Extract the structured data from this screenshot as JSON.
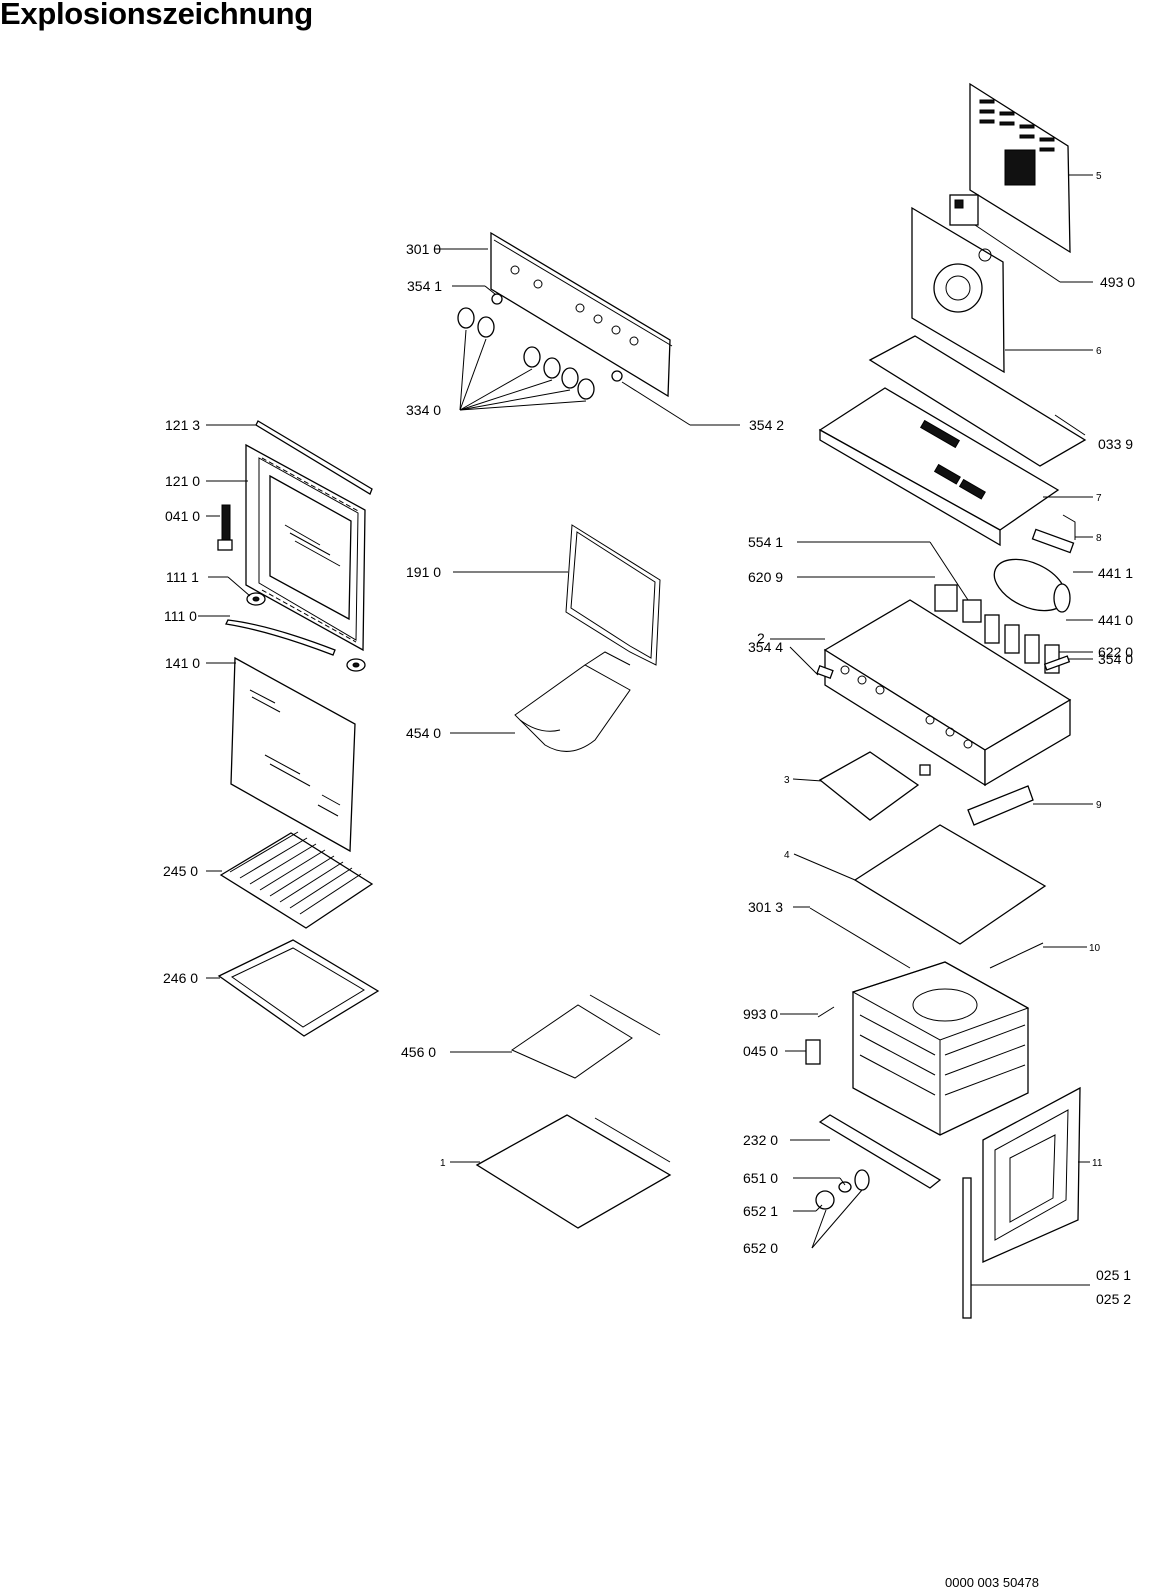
{
  "title": "Explosionszeichnung",
  "document_number": "0000 003 50478",
  "parts": [
    {
      "id": "p5",
      "label": "5"
    },
    {
      "id": "p4930",
      "label": "493 0"
    },
    {
      "id": "p3010",
      "label": "301 0"
    },
    {
      "id": "p3541",
      "label": "354 1"
    },
    {
      "id": "p6",
      "label": "6"
    },
    {
      "id": "p3340",
      "label": "334 0"
    },
    {
      "id": "p3542",
      "label": "354 2"
    },
    {
      "id": "p0339",
      "label": "033 9"
    },
    {
      "id": "p1213",
      "label": "121 3"
    },
    {
      "id": "p1210",
      "label": "121 0"
    },
    {
      "id": "p7",
      "label": "7"
    },
    {
      "id": "p0410",
      "label": "041 0"
    },
    {
      "id": "p8",
      "label": "8"
    },
    {
      "id": "p5541",
      "label": "554 1"
    },
    {
      "id": "p4411",
      "label": "441 1"
    },
    {
      "id": "p1111",
      "label": "111 1"
    },
    {
      "id": "p1910",
      "label": "191 0"
    },
    {
      "id": "p6209",
      "label": "620 9"
    },
    {
      "id": "p1110",
      "label": "111 0"
    },
    {
      "id": "p4410",
      "label": "441 0"
    },
    {
      "id": "p2",
      "label": "2"
    },
    {
      "id": "p6220",
      "label": "622 0"
    },
    {
      "id": "p1410",
      "label": "141 0"
    },
    {
      "id": "p3544",
      "label": "354 4"
    },
    {
      "id": "p3540",
      "label": "354 0"
    },
    {
      "id": "p4540",
      "label": "454 0"
    },
    {
      "id": "p3",
      "label": "3"
    },
    {
      "id": "p9",
      "label": "9"
    },
    {
      "id": "p4",
      "label": "4"
    },
    {
      "id": "p2450",
      "label": "245 0"
    },
    {
      "id": "p3013",
      "label": "301 3"
    },
    {
      "id": "p10",
      "label": "10"
    },
    {
      "id": "p2460",
      "label": "246 0"
    },
    {
      "id": "p9930",
      "label": "993 0"
    },
    {
      "id": "p0450",
      "label": "045 0"
    },
    {
      "id": "p4560",
      "label": "456 0"
    },
    {
      "id": "p2320",
      "label": "232 0"
    },
    {
      "id": "p11",
      "label": "11"
    },
    {
      "id": "p1",
      "label": "1"
    },
    {
      "id": "p6510",
      "label": "651 0"
    },
    {
      "id": "p6521",
      "label": "652 1"
    },
    {
      "id": "p6520",
      "label": "652 0"
    },
    {
      "id": "p0251",
      "label": "025 1"
    },
    {
      "id": "p0252",
      "label": "025 2"
    }
  ]
}
